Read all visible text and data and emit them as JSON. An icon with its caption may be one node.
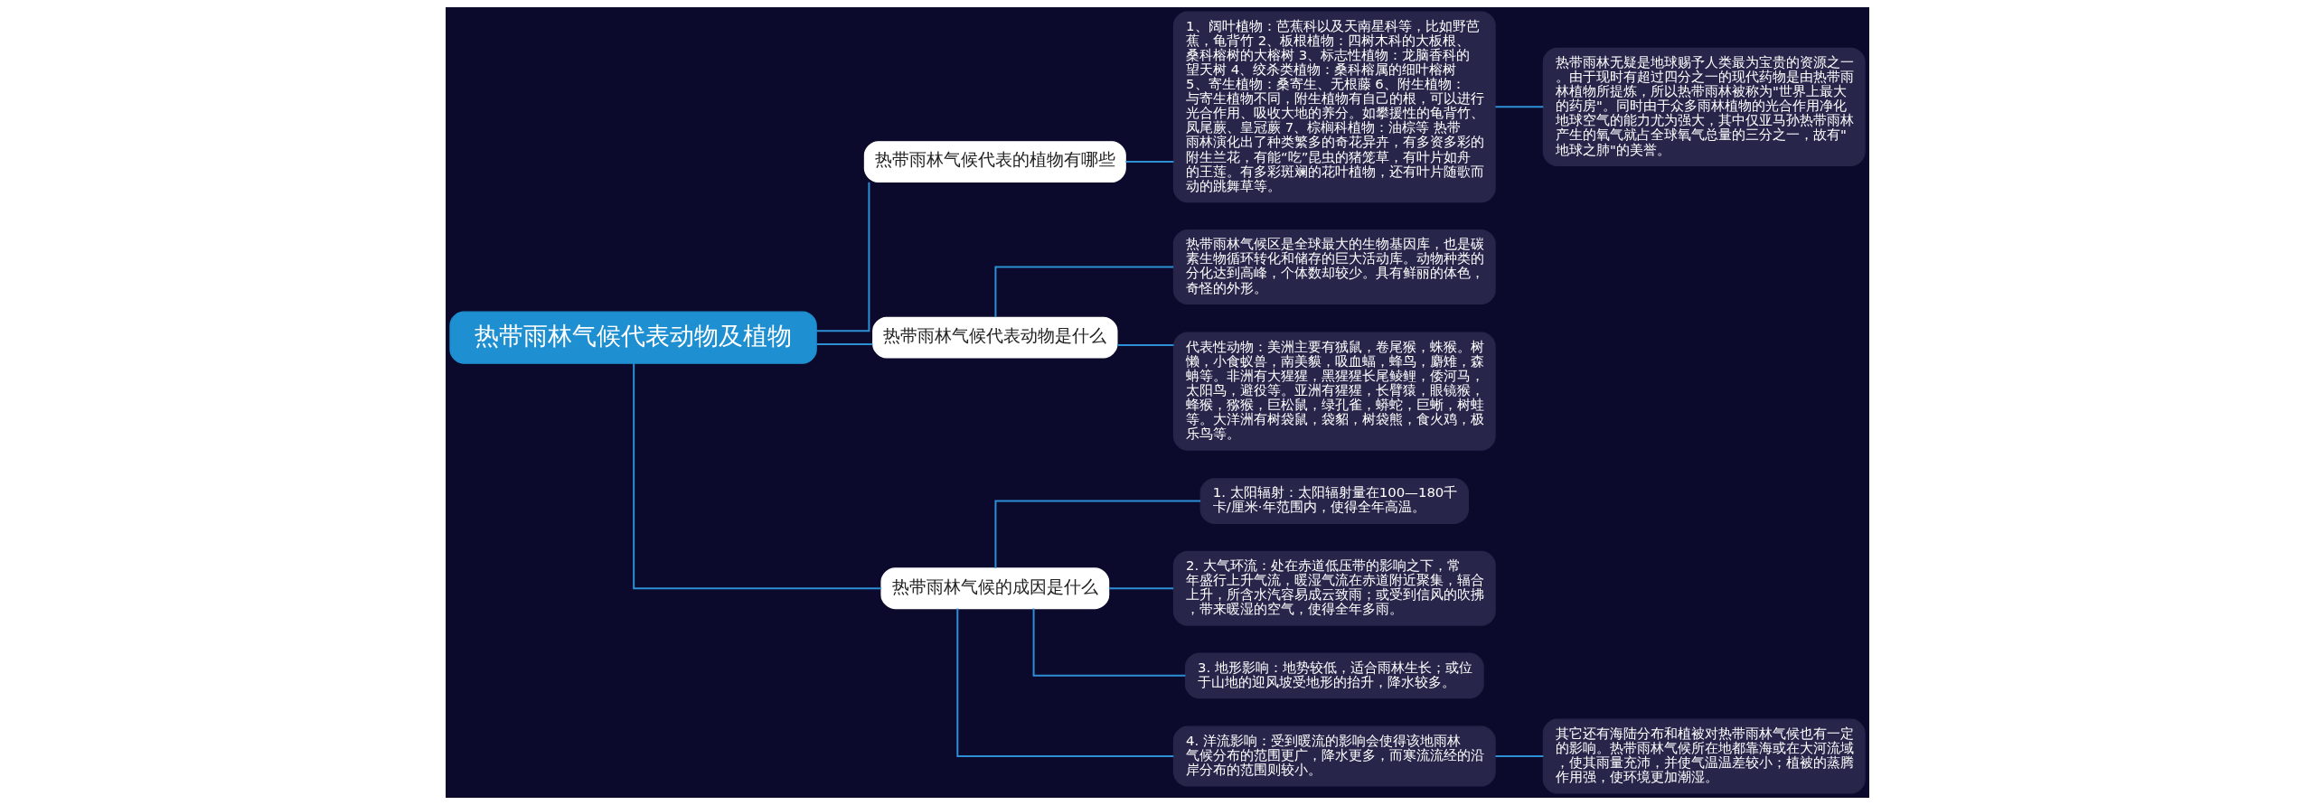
{
  "diagram": {
    "nodes": [
      {
        "text": [
          "热带雨林气候代表动物及植物"
        ]
      },
      {
        "text": [
          "热带雨林气候代表的植物有哪些"
        ]
      },
      {
        "text": [
          "1、阔叶植物：芭蕉科以及天南星科等，比如野芭蕉，龟背竹 2、板根植物：四树木科的大板根、桑科榕树的大榕树 3、标志性植物：龙脑香科的望天树 4、绞杀类植物：桑科榕属的细叶榕树 5、寄生植物：桑寄生、无根藤 6、附生植物：与寄生植物不同，附生植物有自己的根，可以进行光合作用、吸收大地的养分。如攀援性的龟背竹、凤尾蕨、皇冠蕨 7、棕榈科植物：油棕等 热带雨林演化出了种类繁多的奇花异卉，有多资多彩的附生兰花，有能“吃”昆虫的猪笼草，有叶片如舟的王莲。有多彩斑斓的花叶植物，还有叶片随歌而动的跳舞草等。"
        ]
      },
      {
        "text": [
          "热带雨林无疑是地球赐予人类最为宝贵的资源之一。由于现时有超过四分之一的现代药物是由热带雨林植物所提炼，所以热带雨林被称为\"世界上最大的药房\"。同时由于众多雨林植物的光合作用净化地球空气的能力尤为强大，其中仅亚马孙热带雨林产生的氧气就占全球氧气总量的三分之一，故有\"地球之肺\"的美誉。"
        ]
      },
      {
        "text": [
          "热带雨林气候代表动物是什么"
        ]
      },
      {
        "text": [
          "热带雨林气候区是全球最大的生物基因库，也是碳素生物循环转化和储存的巨大活动库。动物种类的分化达到高峰，个体数却较少。具有鲜丽的体色，奇怪的外形。"
        ]
      },
      {
        "text": [
          "代表性动物：美洲主要有狨鼠，卷尾猴，蛛猴。树懒，小食蚁兽，南美貘，吸血蝠，蜂鸟，麝雉，森蚺等。非洲有大猩猩，黑猩猩长尾鲮鲤，倭河马，太阳鸟，避役等。亚洲有猩猩，长臂猿，眼镜猴，蜂猴，猕猴，巨松鼠，绿孔雀，蟒蛇，巨蜥，树蛙等。大洋洲有树袋鼠，袋貂，树袋熊，食火鸡，极乐鸟等。"
        ]
      },
      {
        "text": [
          "热带雨林气候的成因是什么"
        ]
      },
      {
        "text": [
          "1. 太阳辐射：太阳辐射量在100—180千卡/厘米·年范围内，使得全年高温。"
        ]
      },
      {
        "text": [
          "2. 大气环流：处在赤道低压带的影响之下，常年盛行上升气流，暖湿气流在赤道附近聚集，辐合上升，所含水汽容易成云致雨；或受到信风的吹拂，带来暖湿的空气，使得全年多雨。"
        ]
      },
      {
        "text": [
          "3. 地形影响：地势较低，适合雨林生长；或位于山地的迎风坡受地形的抬升，降水较多。"
        ]
      },
      {
        "text": [
          "4. 洋流影响：受到暖流的影响会使得该地雨林气候分布的范围更广，降水更多，而寒流流经的沿岸分布的范围则较小。"
        ]
      },
      {
        "text": [
          "其它还有海陆分布和植被对热带雨林气候也有一定的影响。热带雨林气候所在地都靠海或在大河流域，使其雨量充沛，并使气温温差较小；植被的蒸腾作用强，使环境更加潮湿。"
        ]
      }
    ],
    "edges": [
      {
        "from": 0,
        "to": 1,
        "arrow": "none"
      },
      {
        "from": 1,
        "to": 2,
        "arrow": "none"
      },
      {
        "from": 2,
        "to": 3,
        "arrow": "none"
      },
      {
        "from": 0,
        "to": 4,
        "arrow": "none"
      },
      {
        "from": 4,
        "to": 5,
        "arrow": "none"
      },
      {
        "from": 4,
        "to": 6,
        "arrow": "none"
      },
      {
        "from": 0,
        "to": 7,
        "arrow": "none"
      },
      {
        "from": 7,
        "to": 8,
        "arrow": "none"
      },
      {
        "from": 7,
        "to": 9,
        "arrow": "none"
      },
      {
        "from": 7,
        "to": 10,
        "arrow": "none"
      },
      {
        "from": 7,
        "to": 11,
        "arrow": "none"
      },
      {
        "from": 11,
        "to": 12,
        "arrow": "none"
      }
    ]
  }
}
